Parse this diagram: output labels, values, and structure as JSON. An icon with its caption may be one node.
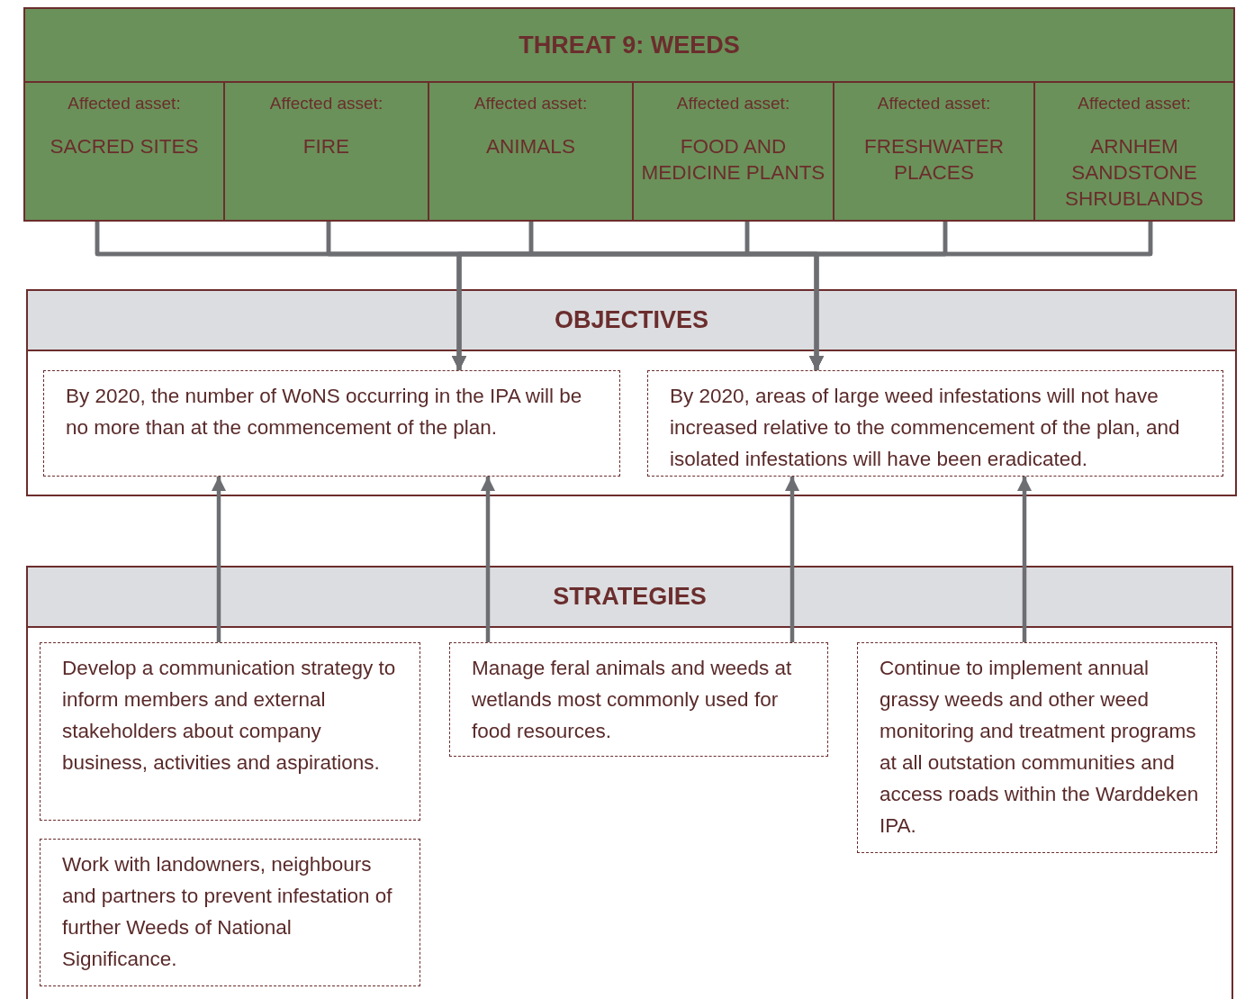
{
  "diagram": {
    "nodes": [
      {
        "text": [
          "THREAT 9: WEEDS"
        ]
      },
      {
        "text": [
          "Affected asset:",
          "SACRED SITES"
        ],
        "in": 0
      },
      {
        "text": [
          "Affected asset:",
          "FIRE"
        ],
        "in": 0
      },
      {
        "text": [
          "Affected asset:",
          "ANIMALS"
        ],
        "in": 0
      },
      {
        "text": [
          "Affected asset:",
          "FOOD AND MEDICINE PLANTS"
        ],
        "in": 0
      },
      {
        "text": [
          "Affected asset:",
          "FRESHWATER PLACES"
        ],
        "in": 0
      },
      {
        "text": [
          "Affected asset:",
          "ARNHEM SANDSTONE SHRUBLANDS"
        ],
        "in": 0
      },
      {
        "text": [
          "OBJECTIVES"
        ]
      },
      {
        "text": [
          "By 2020, the number of WoNS occurring in the IPA will be no more than at the commencement of the plan."
        ],
        "in": 7
      },
      {
        "text": [
          "By 2020, areas of large weed infestations will not have increased relative to the commencement of the plan, and isolated infestations will have been eradicated."
        ],
        "in": 7
      },
      {
        "text": [
          "STRATEGIES"
        ]
      },
      {
        "text": [
          "Develop a communication strategy to inform members and external stakeholders about company business, activities and aspirations."
        ],
        "in": 10
      },
      {
        "text": [
          "Manage feral animals and weeds at wetlands most commonly used for food resources."
        ],
        "in": 10
      },
      {
        "text": [
          "Continue to implement annual grassy weeds and other weed monitoring and treatment programs at all outstation communities and access roads within the Warddeken IPA."
        ],
        "in": 10
      },
      {
        "text": [
          "Work with landowners, neighbours and partners to prevent infestation of further Weeds of National Significance."
        ],
        "in": 10
      }
    ],
    "edges": [
      {
        "from": 1,
        "to": 8,
        "arrow": "to"
      },
      {
        "from": 1,
        "to": 9,
        "arrow": "to"
      },
      {
        "from": 2,
        "to": 8,
        "arrow": "to"
      },
      {
        "from": 2,
        "to": 9,
        "arrow": "to"
      },
      {
        "from": 3,
        "to": 8,
        "arrow": "to"
      },
      {
        "from": 3,
        "to": 9,
        "arrow": "to"
      },
      {
        "from": 4,
        "to": 8,
        "arrow": "to"
      },
      {
        "from": 4,
        "to": 9,
        "arrow": "to"
      },
      {
        "from": 5,
        "to": 8,
        "arrow": "to"
      },
      {
        "from": 5,
        "to": 9,
        "arrow": "to"
      },
      {
        "from": 6,
        "to": 8,
        "arrow": "to"
      },
      {
        "from": 6,
        "to": 9,
        "arrow": "to"
      },
      {
        "from": 11,
        "to": 8,
        "arrow": "to"
      },
      {
        "from": 12,
        "to": 8,
        "arrow": "to"
      },
      {
        "from": 12,
        "to": 9,
        "arrow": "to"
      },
      {
        "from": 13,
        "to": 9,
        "arrow": "to"
      }
    ]
  }
}
